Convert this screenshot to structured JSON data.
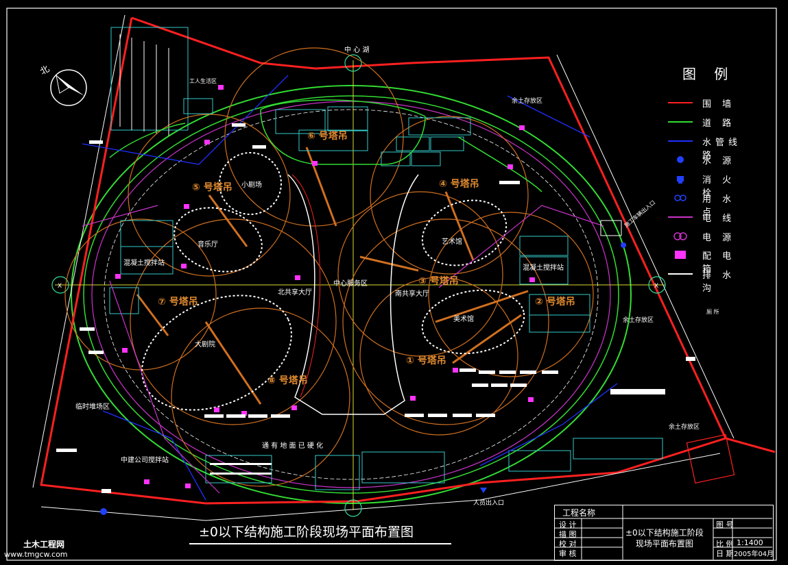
{
  "labels": {
    "top_center": "中 心 湖",
    "north": "北",
    "worker_dorm": "工人生活区",
    "spoil_top": "余土存放区",
    "spoil_right": "余土存放区",
    "spoil_bottom": "余土存放区",
    "small_theater": "小剧场",
    "concert_hall": "音乐厅",
    "big_theater": "大剧院",
    "art_hall": "艺术馆",
    "fine_art": "美术馆",
    "service_center": "中心服务区",
    "north_hall": "北共享大厅",
    "south_hall": "南共享大厅",
    "mix_left": "混凝土搅拌站",
    "mix_right": "混凝土搅拌站",
    "steel_yard": "临时堆场区",
    "ready_mix": "中建公司搅拌站",
    "hardened": "通 有 地 面 已 硬 化",
    "entrance": "人员出入口",
    "site_entry": "施工车辆出入口",
    "hall_right": "厕 所",
    "crane_1": "① 号塔吊",
    "crane_2": "② 号塔吊",
    "crane_3": "③ 号塔吊",
    "crane_4": "④ 号塔吊",
    "crane_5": "⑤ 号塔吊",
    "crane_6": "⑥ 号塔吊",
    "crane_7": "⑦ 号塔吊",
    "crane_8": "⑧ 号塔吊"
  },
  "legend": {
    "title": "图 例",
    "items": [
      {
        "label": "围 墙",
        "color": "#ff2020",
        "kind": "line"
      },
      {
        "label": "道 路",
        "color": "#33dd33",
        "kind": "line"
      },
      {
        "label": "水管线路",
        "color": "#2030ff",
        "kind": "line"
      },
      {
        "label": "水 源",
        "color": "#2040ff",
        "kind": "dot"
      },
      {
        "label": "消 火 栓",
        "color": "#2040ff",
        "kind": "hydrant"
      },
      {
        "label": "用 水 点",
        "color": "#2040ff",
        "kind": "tap"
      },
      {
        "label": "电 线",
        "color": "#cc33cc",
        "kind": "line"
      },
      {
        "label": "电 源",
        "color": "#cc33cc",
        "kind": "power"
      },
      {
        "label": "配 电 箱",
        "color": "#ff33ff",
        "kind": "box"
      },
      {
        "label": "排 水 沟",
        "color": "#ffffff",
        "kind": "line"
      }
    ]
  },
  "title": {
    "main": "±0以下结构施工阶段现场平面布置图"
  },
  "title_block": {
    "project_name_label": "工程名称",
    "rows": [
      "设 计",
      "描 图",
      "校 对",
      "审 核"
    ],
    "drawing_title": "±0以下结构施工阶段\n现场平面布置图",
    "no_label": "图 号",
    "scale_label": "比 例",
    "scale_value": "1:1400",
    "date_label": "日 期",
    "date_value": "2005年04月"
  },
  "watermark": {
    "name": "土木工程网",
    "url": "www.tmgcw.com"
  }
}
